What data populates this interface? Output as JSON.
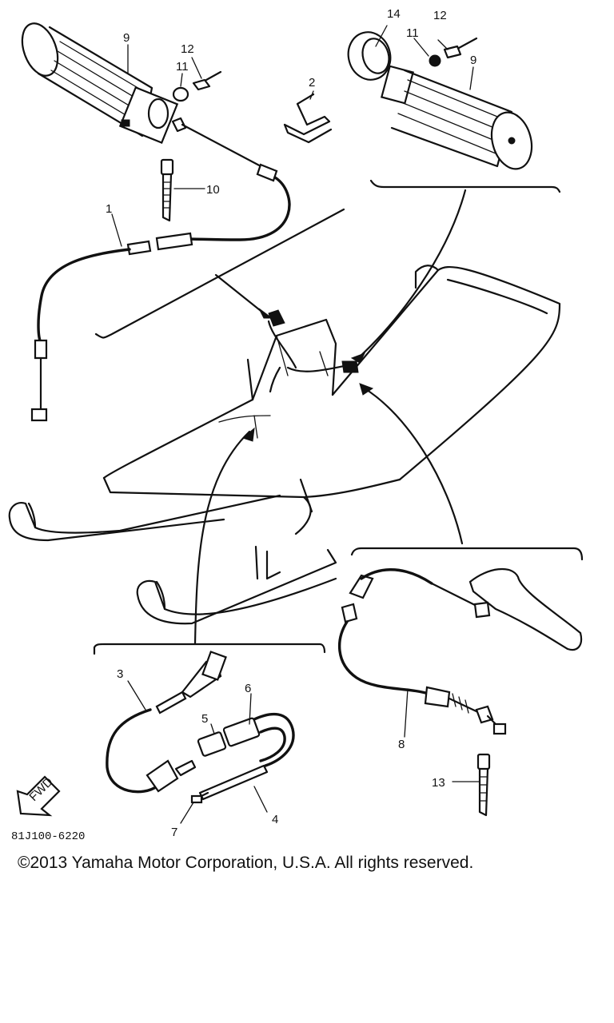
{
  "diagram": {
    "callouts": [
      "9",
      "12",
      "11",
      "2",
      "10",
      "1",
      "14",
      "12",
      "11",
      "9",
      "3",
      "6",
      "5",
      "4",
      "7",
      "8",
      "13"
    ],
    "fwd_label": "FWD",
    "part_code": "81J100-6220"
  },
  "footer": {
    "copyright": "©2013 Yamaha Motor Corporation, U.S.A. All rights reserved."
  }
}
